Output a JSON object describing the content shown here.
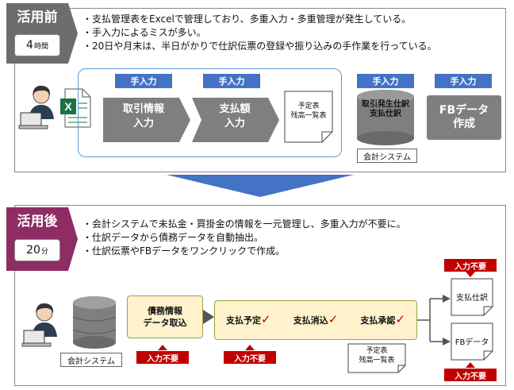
{
  "before": {
    "badge": "活用前",
    "time_value": "4",
    "time_unit": "時間",
    "bullets": [
      "・支払管理表をExcelで管理しており、多重入力・多重管理が発生している。",
      "・手入力によるミスが多い。",
      "・20日や月末は、半日がかりで仕訳伝票の登録や振り込みの手作業を行っている。"
    ],
    "tags": [
      "手入力",
      "手入力",
      "手入力",
      "手入力"
    ],
    "step1": [
      "取引情報",
      "入力"
    ],
    "step2": [
      "支払額",
      "入力"
    ],
    "doc": [
      "予定表",
      "残高一覧表"
    ],
    "journal": [
      "取引発生仕訳",
      "支払仕訳"
    ],
    "system_label": "会計システム",
    "fb": [
      "FBデータ",
      "作成"
    ]
  },
  "after": {
    "badge": "活用後",
    "time_value": "20",
    "time_unit": "分",
    "bullets": [
      "・会計システムで未払金・買掛金の情報を一元管理し、多重入力が不要に。",
      "・仕訳データから債務データを自動抽出。",
      "・仕訳伝票やFBデータをワンクリックで作成。"
    ],
    "system_label": "会計システム",
    "extract": [
      "債務情報",
      "データ取込"
    ],
    "checks": [
      "支払予定",
      "支払消込",
      "支払承認"
    ],
    "no_input": [
      "入力不要",
      "入力不要",
      "入力不要",
      "入力不要"
    ],
    "doc": [
      "予定表",
      "残高一覧表"
    ],
    "out1": "支払仕訳",
    "out2": "FBデータ"
  },
  "colors": {
    "before_badge": "#6d6d6d",
    "after_badge": "#8e2d63",
    "arrow": "#4472c4",
    "blue": "#4472c4",
    "red": "#c00000"
  }
}
